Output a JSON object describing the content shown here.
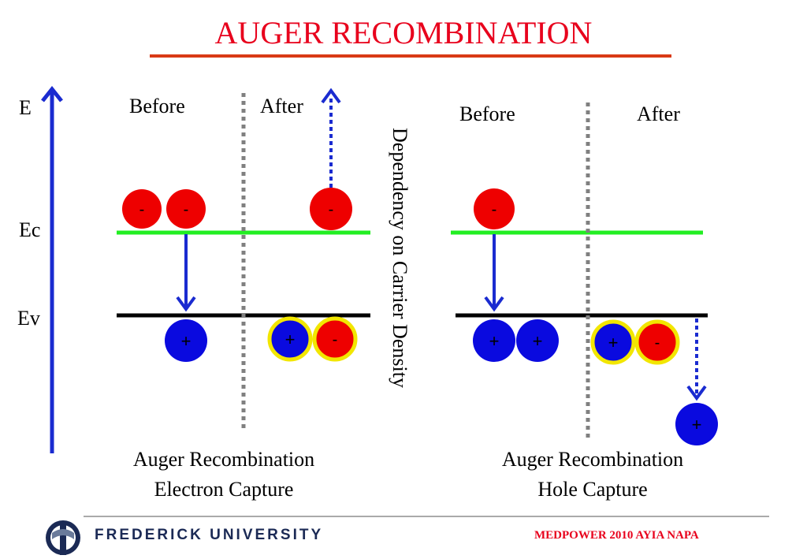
{
  "title": "AUGER RECOMBINATION",
  "axis": {
    "energy": "E",
    "conduction": "Ec",
    "valence": "Ev"
  },
  "left_panel": {
    "before": "Before",
    "after": "After",
    "caption_line1": "Auger Recombination",
    "caption_line2": "Electron Capture"
  },
  "right_panel": {
    "before": "Before",
    "after": "After",
    "caption_line1": "Auger Recombination",
    "caption_line2": "Hole Capture"
  },
  "center_label": "Dependency on Carrier Density",
  "carrier_symbols": {
    "electron": "-",
    "hole": "+"
  },
  "footer": {
    "brand": "FREDERICK UNIVERSITY",
    "event": "MEDPOWER 2010 AYIA NAPA"
  },
  "colors": {
    "title": "#e8001c",
    "electron": "#ee0000",
    "hole": "#0a0adf",
    "conduction_band": "#22ee22",
    "valence_band": "#000000",
    "arrow": "#1a2bd0",
    "pair_outline": "#f2e600",
    "divider": "#7f7f7f"
  }
}
